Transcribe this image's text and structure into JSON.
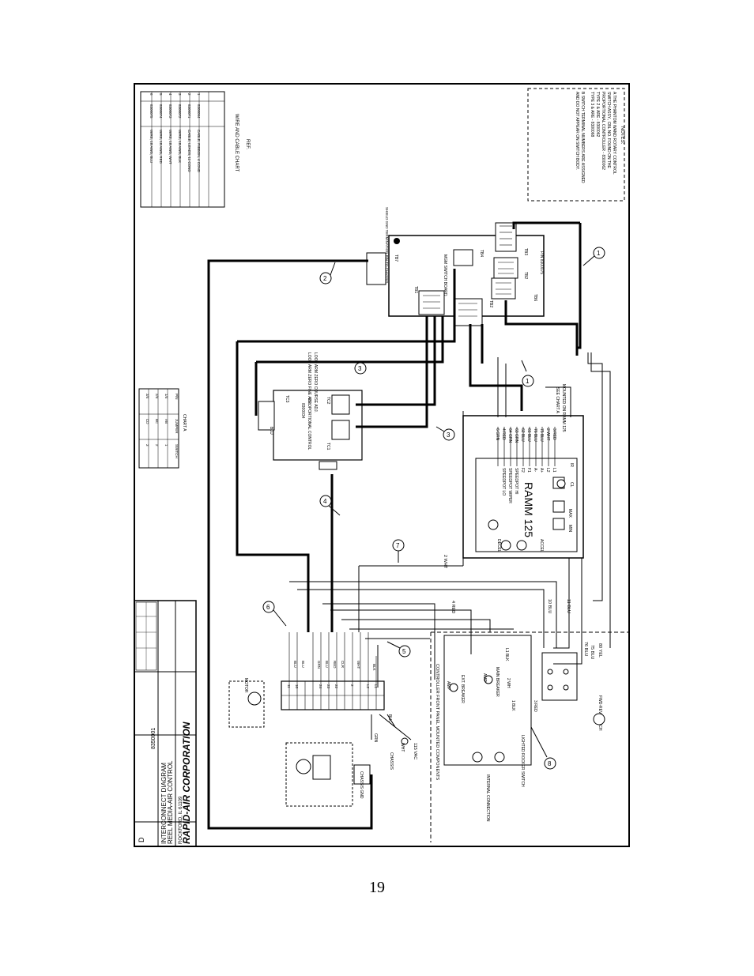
{
  "page_number": "19",
  "notes": {
    "title": "NOTES:",
    "lines": [
      "A THE PHANTOM WAND ROTARY CONTROL",
      "SWITCH ASSY., CBL NO. FOUND ON THE",
      "PROPORTIONAL CONTROLLER - 8300062",
      "TYPE 2 & ARE - 8300062",
      "TYPE 3 & ARE - 8300068",
      "B SWITCH TERMINAL NUMBERS ARE ASSIGNED",
      "AND DO NOT APPEAR ON SWITCH BODY."
    ]
  },
  "wire_chart": {
    "title": "REF.",
    "subtitle": "WIRE AND CABLE CHART",
    "rows": [
      {
        "item": "1",
        "part": "8300064",
        "desc": "CABLE, RIBBON, 4 COND"
      },
      {
        "item": "2",
        "part": "8300071",
        "desc": "CABLE, LEADS, 11 COND"
      },
      {
        "item": "3",
        "part": "8300072",
        "desc": "WIRE, 18 AWG, BLK"
      },
      {
        "item": "4",
        "part": "8300073",
        "desc": "WIRE, 18 AWG, WHT"
      },
      {
        "item": "5",
        "part": "8300074",
        "desc": "WIRE, 18 AWG, RED"
      },
      {
        "item": "6",
        "part": "8300075",
        "desc": "WIRE, 18 AWG, BLU"
      }
    ]
  },
  "main_board": {
    "part": "P/N 8300075",
    "terminals": [
      "TB1",
      "TB2",
      "TB3",
      "TB4",
      "TB5",
      "TB6",
      "TB7"
    ],
    "label": "MGM SWITCH BOARD",
    "shield_note": "SHIELD GND TERMINATION P/N TO CHASSIS"
  },
  "loop_labels": [
    "LOOP ARM ZERO COURSE ADJ.",
    "LOOP ARM ZERO FINE ADJ."
  ],
  "proportional_control": {
    "name": "PROPORTIONAL CONTROL",
    "part": "8300034",
    "terminals": [
      "TC1",
      "TC2",
      "TC3"
    ],
    "wire": "BLU"
  },
  "chart_a": {
    "title": "CHART A",
    "rows": [
      [
        "P/N",
        "JUMPER",
        "SWITCH"
      ],
      [
        "1/4",
        "AB",
        "1"
      ],
      [
        "2/4",
        "BC",
        "2"
      ],
      [
        "3/4",
        "CD",
        "3"
      ]
    ]
  },
  "ramm": {
    "label": "RAMM 125",
    "header": "MOUNTED ON RAMM 125",
    "see_chart": "SEE CHART A",
    "terminal_labels": [
      "L1",
      "L2",
      "A+",
      "A-",
      "F1",
      "F2",
      "SPEEDPOT HI",
      "SPEEDPOT WIPER",
      "SPEEDPOT LO"
    ],
    "wire_labels": [
      "3 RED",
      "2 WHT",
      "75 BLU",
      "76 BLU",
      "61 BLU",
      "62 BLU",
      "63 GRN",
      "64 GRN",
      "4 RED",
      "6 GRN"
    ],
    "knob_labels": [
      "MAX",
      "MIN",
      "ACCEL",
      "DECEL",
      "IR",
      "CL"
    ]
  },
  "wires_right": [
    "10 BLU",
    "11 BLU",
    "2 WHT",
    "4 RED",
    "75 BLU",
    "76 BLU",
    "80 YEL",
    "3 RED",
    "2 WH",
    "L1 BLK",
    "1 BLK"
  ],
  "switches": {
    "fwd_rev": "FWD-REV SWITCH",
    "rocker": "LIGHTED ROCKER SWITCH",
    "main_breaker": "MAIN BREAKER",
    "ext_breaker": "EXT. BREAKER",
    "internal": "INTERNAL CONNECTION",
    "amp1": "AMP",
    "amp2": "AMP"
  },
  "front_panel": "CONTROLLER FRONT PANEL MOUNTED COMPONENTS",
  "power": {
    "vac": "115 VAC",
    "wht": "WHT",
    "blk": "BLK",
    "grn": "GRN",
    "chassis": "CHASSIS",
    "chassis_gnd": "CHASSIS GND"
  },
  "terminal_strip": {
    "wires": [
      "BLK",
      "BLK",
      "WHT",
      "WHT",
      "CLR",
      "GRN",
      "RED",
      "BLU",
      "GRN",
      "GRN",
      "BLU",
      "BLU",
      "BLU",
      "BLU"
    ],
    "numbers": [
      "L1",
      "L2",
      "1",
      "2",
      "3",
      "4",
      "21",
      "22",
      "23",
      "24",
      "25",
      "26",
      "10",
      "11"
    ]
  },
  "motor_label": "MOTOR",
  "callouts": [
    "1",
    "2",
    "3",
    "4",
    "5",
    "6",
    "7",
    "8"
  ],
  "title_block": {
    "company": "RAPID-AIR CORPORATION",
    "location": "ROCKFORD, IL 61109",
    "drawing_title": "REEL MEDIA-AIR CONTROL",
    "drawing_subtitle": "INTERCONNECT DIAGRAM",
    "drawing_number": "8350001",
    "rev": "D"
  },
  "colors": {
    "ink": "#000000",
    "paper": "#ffffff"
  }
}
